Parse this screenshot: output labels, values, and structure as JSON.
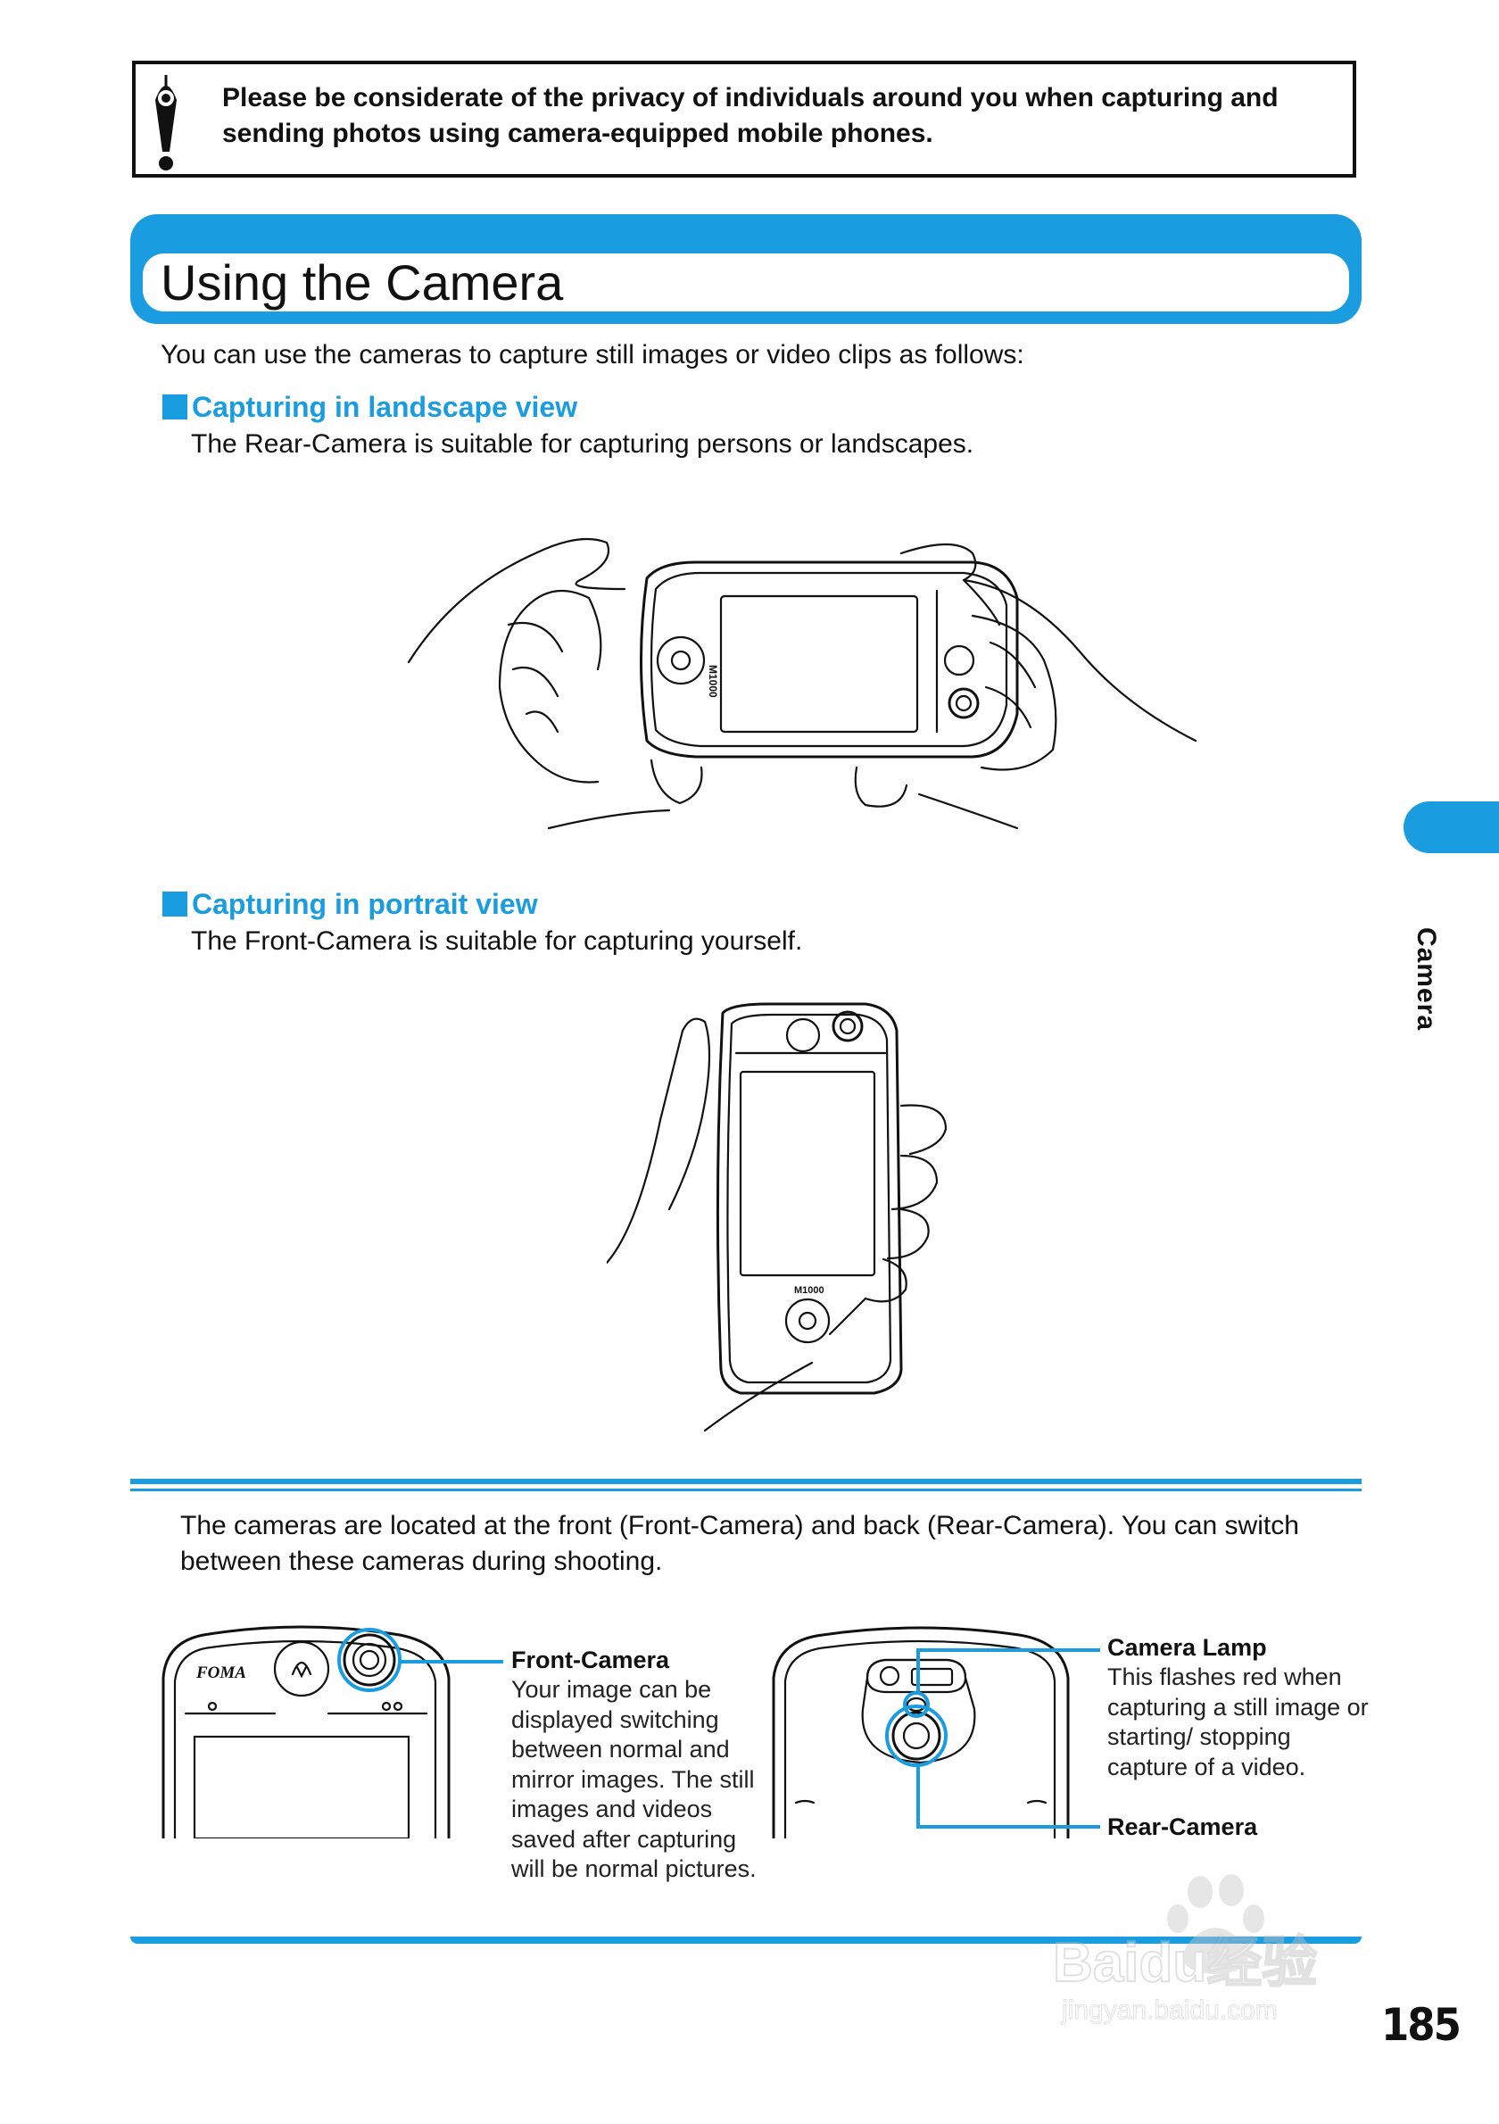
{
  "warning": {
    "text": "Please be considerate of the privacy of individuals around you when capturing and sending photos using camera-equipped mobile phones.",
    "icon": "exclamation-icon"
  },
  "section": {
    "title": "Using the Camera"
  },
  "intro": "You can use the cameras to capture still images or video clips as follows:",
  "landscape": {
    "heading": "Capturing in landscape view",
    "desc": "The Rear-Camera is suitable for capturing persons or landscapes.",
    "phone_model": "M1000"
  },
  "portrait": {
    "heading": "Capturing in portrait view",
    "desc": "The Front-Camera is suitable for capturing yourself.",
    "phone_model": "M1000"
  },
  "side_tab": {
    "label": "Camera"
  },
  "info_panel": {
    "text": "The cameras are located at the front (Front-Camera) and back (Rear-Camera). You can switch between these cameras during shooting.",
    "front_camera": {
      "title": "Front-Camera",
      "body": "Your image can be displayed switching between normal and mirror images. The still images and videos saved after capturing will be normal pictures."
    },
    "camera_lamp": {
      "title": "Camera Lamp",
      "body": "This flashes red when capturing a still image or starting/ stopping capture of a video."
    },
    "rear_camera": {
      "title": "Rear-Camera"
    },
    "brand_mark": "FOMA"
  },
  "page_number": "185",
  "watermark": {
    "text": "Baidu经验",
    "url_text": "jingyan.baidu.com"
  },
  "colors": {
    "accent": "#1a9de0",
    "text": "#111111"
  }
}
